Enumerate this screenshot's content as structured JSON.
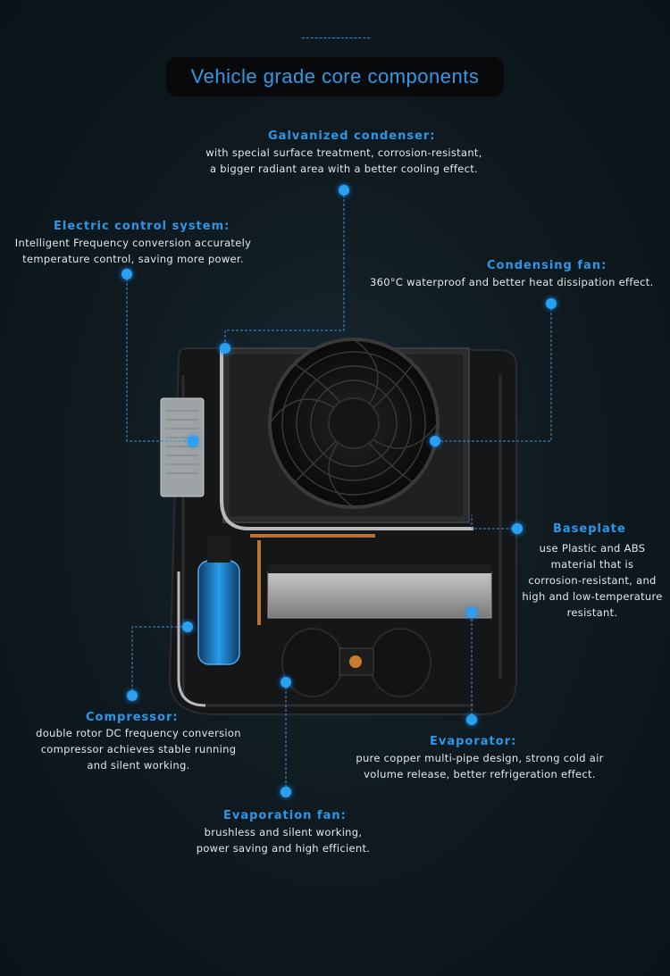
{
  "title": "Vehicle grade core components",
  "components": {
    "galvanized_condenser": {
      "label": "Galvanized condenser:",
      "lines": [
        "with special surface treatment, corrosion-resistant,",
        "a bigger radiant area with a better cooling effect."
      ]
    },
    "electric_control": {
      "label": "Electric control system:",
      "lines": [
        "Intelligent Frequency conversion accurately",
        "temperature control, saving more power."
      ]
    },
    "condensing_fan": {
      "label": "Condensing fan:",
      "lines": [
        "360°C waterproof and better heat dissipation effect."
      ]
    },
    "baseplate": {
      "label": "Baseplate",
      "lines": [
        "use Plastic and ABS",
        "material that is",
        "corrosion-resistant, and",
        "high and low-temperature",
        "resistant."
      ]
    },
    "compressor": {
      "label": "Compressor:",
      "lines": [
        "double rotor DC frequency conversion",
        "compressor achieves stable running",
        "and silent working."
      ]
    },
    "evaporator": {
      "label": "Evaporator:",
      "lines": [
        "pure copper multi-pipe design, strong cold air",
        "volume release, better refrigeration effect."
      ]
    },
    "evaporation_fan": {
      "label": "Evaporation fan:",
      "lines": [
        "brushless and silent working,",
        "power saving and high efficient."
      ]
    }
  },
  "colors": {
    "accent": "#2b97e8",
    "background": "#0f1b21"
  }
}
